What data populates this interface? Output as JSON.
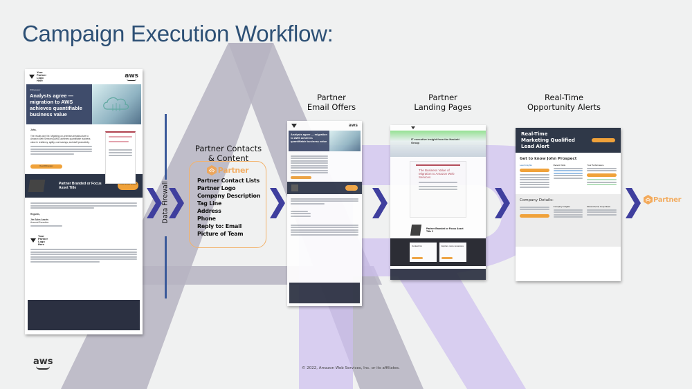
{
  "title": "Campaign Execution Workflow:",
  "colors": {
    "title": "#2d5075",
    "chevron": "#3f3f9e",
    "firewall": "#3b5a9a",
    "partner_orange": "#f3a24a",
    "watermark_gray": "#b8b6c3",
    "watermark_purple": "#d6ccef"
  },
  "stages": [
    {
      "id": "source-email",
      "label": ""
    },
    {
      "id": "data-firewall",
      "label": "Data Firewall"
    },
    {
      "id": "partner-contacts",
      "label_line1": "Partner Contacts",
      "label_line2": "& Content"
    },
    {
      "id": "email-offers",
      "label_line1": "Partner",
      "label_line2": "Email Offers"
    },
    {
      "id": "landing-pages",
      "label_line1": "Partner",
      "label_line2": "Landing Pages"
    },
    {
      "id": "opportunity-alerts",
      "label_line1": "Real-Time",
      "label_line2": "Opportunity Alerts"
    }
  ],
  "partner_logo_text": "Partner",
  "contacts_items": [
    "Partner Contact Lists",
    "Partner Logo",
    "Company Description",
    "Tag Line",
    "Address",
    "Phone",
    "Reply to: Email",
    "Picture of Team"
  ],
  "email_mock": {
    "partner_logo": "Your Partner Logo Here",
    "aws_logo": "aws",
    "kicker": "Whitepaper",
    "headline": "Analysts agree — migration to AWS achieves quantifiable business value",
    "greeting": "John,",
    "body_lead": "The results don't lie. Migrating on-premises infrastructure to Amazon Web Services (AWS) achieves quantifiable business value in resiliency, agility, cost savings, and staff productivity.",
    "cta": "Read Whitepaper",
    "banner_title": "Partner Branded or Focus Asset Title",
    "banner_button": "Download Asset",
    "regards": "Regards,",
    "signer_name": "Jim Sales Assets",
    "signer_title": "Account Executive"
  },
  "landing_mock": {
    "headline": "IT executive insight from the Hackett Group",
    "doc_title": "The Business Value of Migration to Amazon Web Services",
    "asset_title": "Partner Branded or Focus Asset Title 2",
    "card1": "Contact Us",
    "card2": "Explore more resources"
  },
  "alert_mock": {
    "title": "Real-Time Marketing Qualified Lead Alert",
    "subtitle": "Get to know John Prospect",
    "col1": "Lead Insights",
    "col2": "Recent Visits",
    "col3": "Your Performance",
    "company": "Company Details:",
    "insights": "Company Insights",
    "news": "Recent Acme Corp News"
  },
  "footer": {
    "aws_logo": "aws",
    "copyright": "© 2022, Amazon Web Services, Inc. or its affiliates."
  }
}
